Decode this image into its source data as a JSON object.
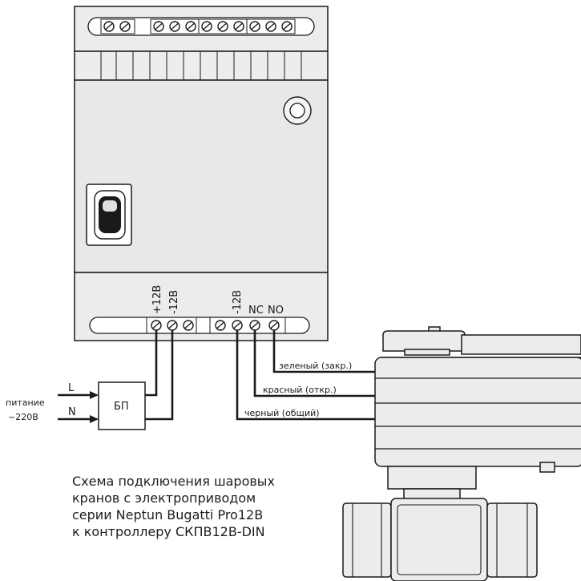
{
  "controller": {
    "terminals": {
      "plus12": "+12В",
      "minus12": "-12В",
      "minus12_valve": "-12В",
      "nc": "NC",
      "no": "NO"
    }
  },
  "power_supply": {
    "label": "БП",
    "input_l": "L",
    "input_n": "N",
    "mains_line1": "питание",
    "mains_line2": "~220В"
  },
  "wires": {
    "green": "зеленый (закр.)",
    "red": "красный (откр.)",
    "black": "черный (общий)"
  },
  "caption": {
    "lines": [
      "Схема подключения шаровых",
      "кранов с электроприводом",
      "серии Neptun Bugatti Pro12B",
      "к контроллеру СКПВ12В-DIN"
    ]
  }
}
